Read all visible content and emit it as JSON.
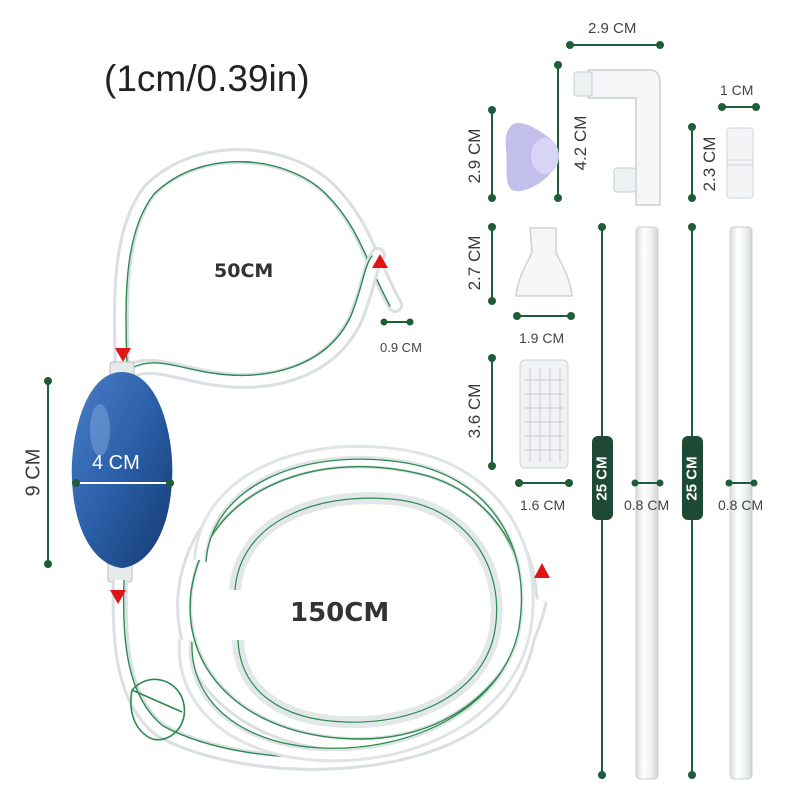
{
  "title": "(1cm/0.39in)",
  "colors": {
    "dim_line": "#1f5c3a",
    "arrow": "#e01515",
    "bulb": "#2a5ea6",
    "badge": "#1e4a35",
    "tube": "#cfd6d8"
  },
  "labels": {
    "hose_short": "50CM",
    "hose_long": "150CM",
    "hose_diameter": "0.9 CM",
    "bulb_width": "4 CM",
    "bulb_height": "9 CM",
    "elbow_width": "2.9 CM",
    "elbow_height": "4.2 CM",
    "suction_cup": "2.9 CM",
    "connector_width": "1 CM",
    "connector_height": "2.3 CM",
    "funnel_height": "2.7 CM",
    "funnel_width": "1.9 CM",
    "filter_height": "3.6 CM",
    "filter_width": "1.6 CM",
    "tube1_length": "25 CM",
    "tube1_diameter": "0.8 CM",
    "tube2_length": "25 CM",
    "tube2_diameter": "0.8 CM"
  }
}
